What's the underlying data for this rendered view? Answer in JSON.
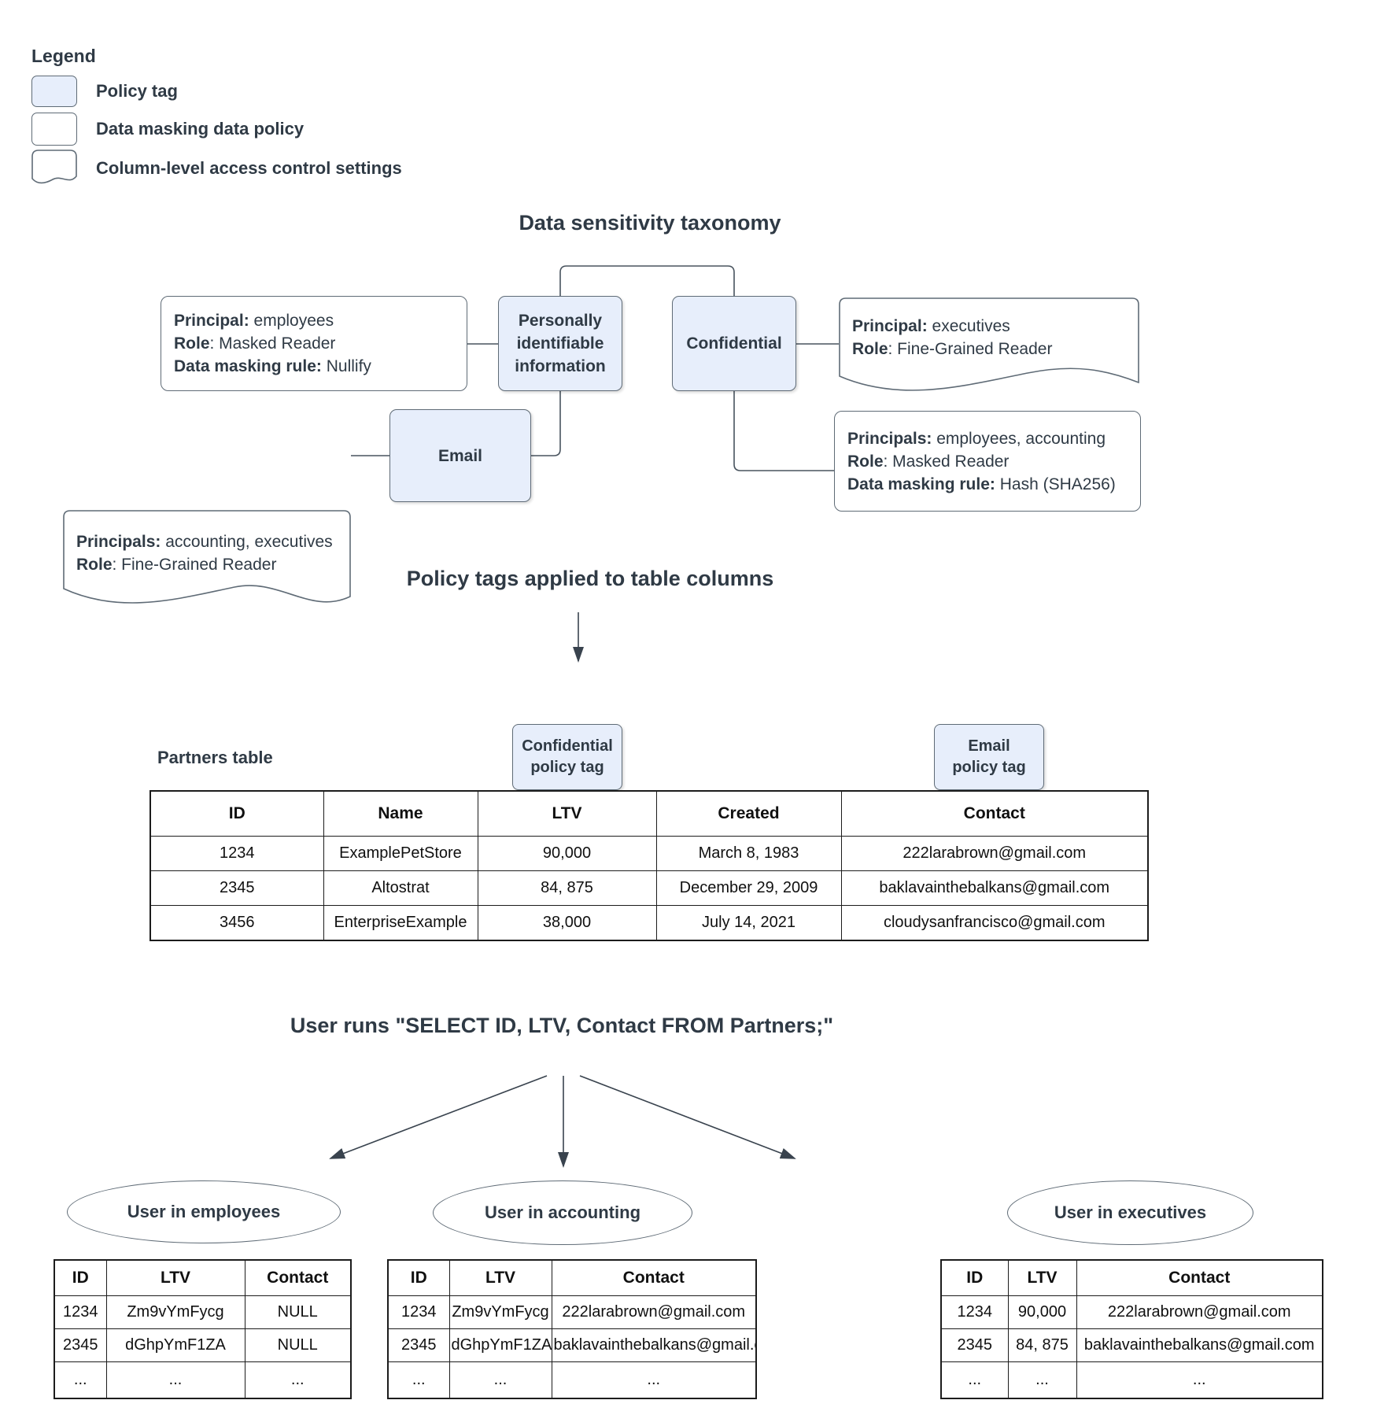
{
  "colors": {
    "policy_tag_fill": "#e7eefb",
    "box_border": "#5f6b76",
    "connector": "#48535e",
    "arrow": "#39434e",
    "table_border": "#1c1c1c",
    "text": "#2f3a45"
  },
  "legend": {
    "title": "Legend",
    "items": [
      {
        "icon": "policy-tag-swatch",
        "label": "Policy tag"
      },
      {
        "icon": "data-masking-policy-swatch",
        "label": "Data masking data policy"
      },
      {
        "icon": "column-access-settings-swatch",
        "label": "Column-level access control settings"
      }
    ]
  },
  "taxonomy": {
    "title": "Data sensitivity taxonomy",
    "pii_tag": {
      "label": "Personally identifiable information"
    },
    "confidential_tag": {
      "label": "Confidential"
    },
    "email_tag": {
      "label": "Email"
    },
    "nullify_policy": {
      "lines": [
        {
          "label": "Principal:",
          "value": " employees"
        },
        {
          "label": "Role",
          "value": ": Masked Reader"
        },
        {
          "label": "Data masking rule:",
          "value": " Nullify"
        }
      ]
    },
    "executives_access": {
      "lines": [
        {
          "label": "Principal:",
          "value": " executives"
        },
        {
          "label": "Role",
          "value": ": Fine-Grained Reader"
        }
      ]
    },
    "accounting_access": {
      "lines": [
        {
          "label": "Principals:",
          "value": " accounting, executives"
        },
        {
          "label": "Role",
          "value": ": Fine-Grained Reader"
        }
      ]
    },
    "hash_policy": {
      "lines": [
        {
          "label": "Principals:",
          "value": " employees, accounting"
        },
        {
          "label": "Role",
          "value": ": Masked Reader"
        },
        {
          "label": "Data masking rule:",
          "value": " Hash (SHA256)"
        }
      ]
    }
  },
  "applied": {
    "title": "Policy tags applied to table columns",
    "table_label": "Partners table",
    "confidential_callout": {
      "line1": "Confidential",
      "line2": "policy tag"
    },
    "email_callout": {
      "line1": "Email",
      "line2": "policy tag"
    },
    "partners": {
      "columns": [
        "ID",
        "Name",
        "LTV",
        "Created",
        "Contact"
      ],
      "rows": [
        [
          "1234",
          "ExamplePetStore",
          "90,000",
          "March 8, 1983",
          "222larabrown@gmail.com"
        ],
        [
          "2345",
          "Altostrat",
          "84, 875",
          "December 29, 2009",
          "baklavainthebalkans@gmail.com"
        ],
        [
          "3456",
          "EnterpriseExample",
          "38,000",
          "July 14, 2021",
          "cloudysanfrancisco@gmail.com"
        ]
      ]
    }
  },
  "query": {
    "title": "User runs \"SELECT ID, LTV, Contact FROM Partners;\"",
    "results": [
      {
        "user": "User in employees",
        "table": {
          "columns": [
            "ID",
            "LTV",
            "Contact"
          ],
          "rows": [
            [
              "1234",
              "Zm9vYmFycg",
              "NULL"
            ],
            [
              "2345",
              "dGhpYmF1ZA",
              "NULL"
            ],
            [
              "...",
              "...",
              "..."
            ]
          ]
        }
      },
      {
        "user": "User in accounting",
        "table": {
          "columns": [
            "ID",
            "LTV",
            "Contact"
          ],
          "rows": [
            [
              "1234",
              "Zm9vYmFycg",
              "222larabrown@gmail.com"
            ],
            [
              "2345",
              "dGhpYmF1ZA",
              "baklavainthebalkans@gmail.com"
            ],
            [
              "...",
              "...",
              "..."
            ]
          ]
        }
      },
      {
        "user": "User in executives",
        "table": {
          "columns": [
            "ID",
            "LTV",
            "Contact"
          ],
          "rows": [
            [
              "1234",
              "90,000",
              "222larabrown@gmail.com"
            ],
            [
              "2345",
              "84, 875",
              "baklavainthebalkans@gmail.com"
            ],
            [
              "...",
              "...",
              "..."
            ]
          ]
        }
      }
    ]
  }
}
